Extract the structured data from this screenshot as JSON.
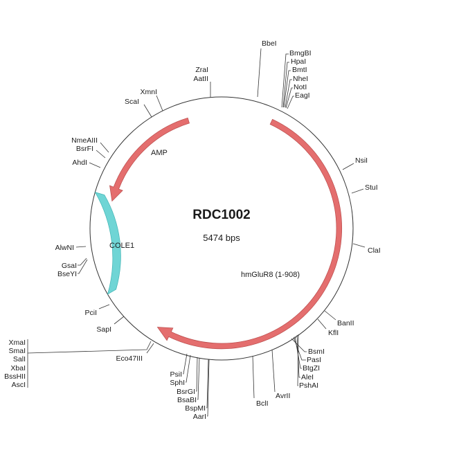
{
  "plasmid": {
    "name": "RDC1002",
    "size_label": "5474 bps",
    "backbone_color": "#333333"
  },
  "features": [
    {
      "name": "AMP",
      "type": "arrow",
      "color": "#e46e6e"
    },
    {
      "name": "hmGluR8 (1-908)",
      "type": "arrow",
      "color": "#e46e6e"
    },
    {
      "name": "COLE1",
      "type": "block",
      "color": "#6fd5d5"
    }
  ],
  "sites": {
    "bbei": "BbeI",
    "bmgbi": "BmgBI",
    "hpai": "HpaI",
    "bmti": "BmtI",
    "nhei": "NheI",
    "noti": "NotI",
    "eagi": "EagI",
    "nsii": "NsiI",
    "stui": "StuI",
    "clai": "ClaI",
    "banii": "BanII",
    "kfli": "KflI",
    "bsmi": "BsmI",
    "pasi": "PasI",
    "btgzi": "BtgZI",
    "alei": "AleI",
    "pshai": "PshAI",
    "avrii": "AvrII",
    "bcli": "BclI",
    "psii": "PsiI",
    "sphi": "SphI",
    "bsrgi": "BsrGI",
    "bsabi": "BsaBI",
    "bspmi": "BspMI",
    "aari": "AarI",
    "eco47iii": "Eco47III",
    "xmai": "XmaI",
    "smai": "SmaI",
    "sali": "SalI",
    "xbai": "XbaI",
    "bsshii": "BssHII",
    "asci": "AscI",
    "sapi": "SapI",
    "pcii": "PciI",
    "gsai": "GsaI",
    "bseyi": "BseYI",
    "alwni": "AlwNI",
    "ahdi": "AhdI",
    "bsrfi": "BsrFI",
    "nmeaiii": "NmeAIII",
    "scai": "ScaI",
    "xmni": "XmnI",
    "aatii": "AatII",
    "zrai": "ZraI"
  }
}
